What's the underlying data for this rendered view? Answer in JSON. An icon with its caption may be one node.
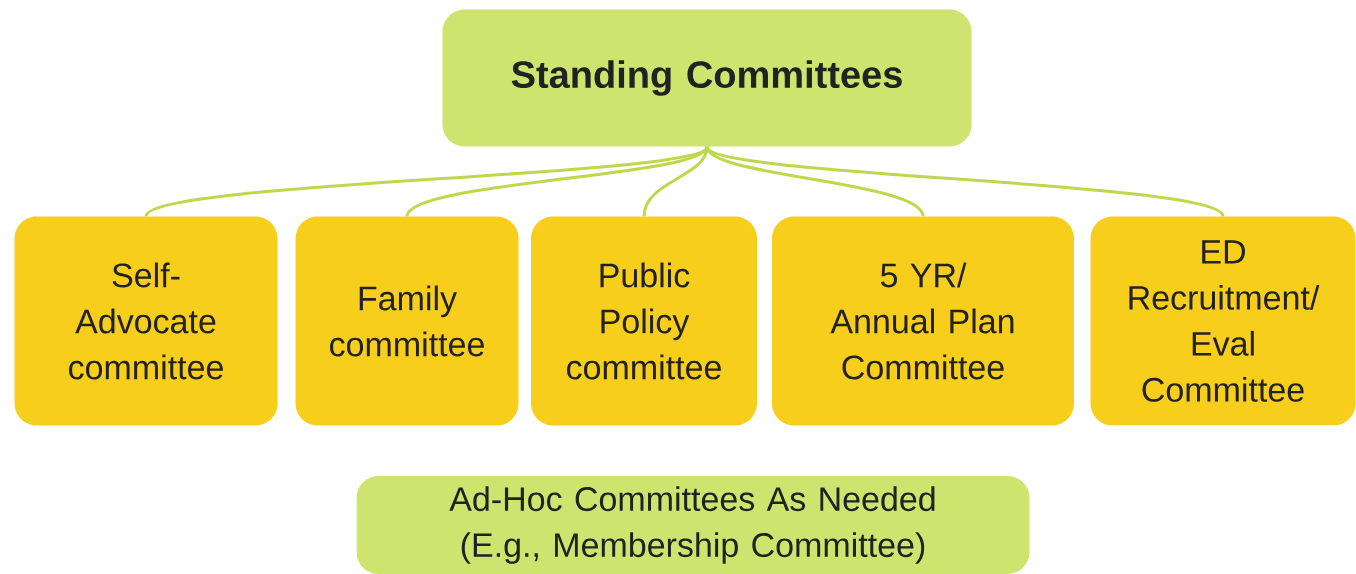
{
  "diagram": {
    "nodes": [
      {
        "text": [
          "Standing Committees"
        ]
      },
      {
        "text": [
          "Self-Advocate committee"
        ]
      },
      {
        "text": [
          "Family committee"
        ]
      },
      {
        "text": [
          "Public Policy committee"
        ]
      },
      {
        "text": [
          "5 YR/ Annual Plan Committee"
        ]
      },
      {
        "text": [
          "ED Recruitment/ Eval Committee"
        ]
      },
      {
        "text": [
          "Ad-Hoc Committees As Needed (E.g., Membership Committee)"
        ]
      }
    ],
    "edges": [
      {
        "from": 0,
        "to": 1,
        "arrow": "none"
      },
      {
        "from": 0,
        "to": 2,
        "arrow": "none"
      },
      {
        "from": 0,
        "to": 3,
        "arrow": "none"
      },
      {
        "from": 0,
        "to": 4,
        "arrow": "none"
      },
      {
        "from": 0,
        "to": 5,
        "arrow": "none"
      }
    ]
  }
}
